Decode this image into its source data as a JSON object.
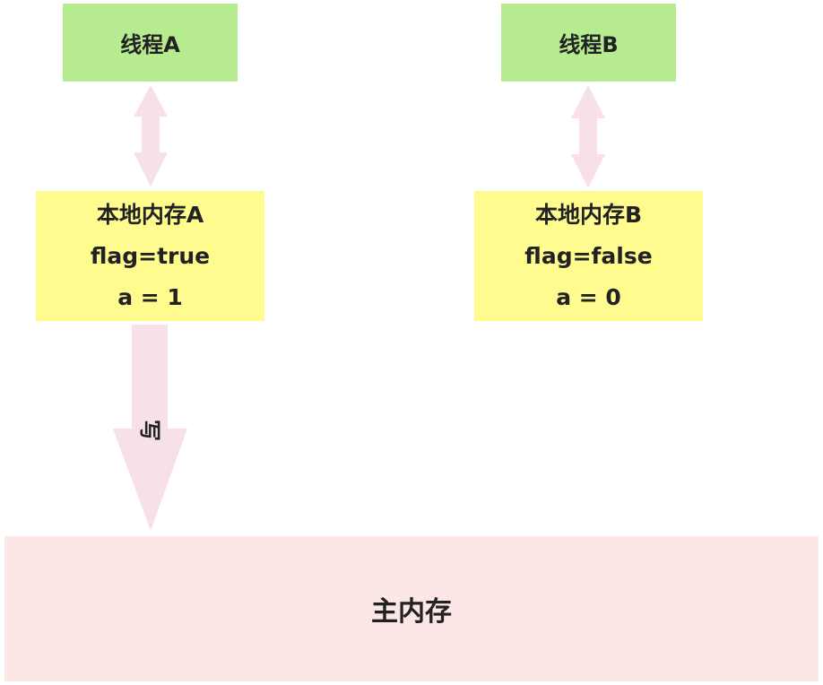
{
  "thread_a": {
    "label": "线程A"
  },
  "thread_b": {
    "label": "线程B"
  },
  "local_memory_a": {
    "title": "本地内存A",
    "flag": "flag=true",
    "a": "a = 1"
  },
  "local_memory_b": {
    "title": "本地内存B",
    "flag": "flag=false",
    "a": "a = 0"
  },
  "write_arrow": {
    "label": "写"
  },
  "main_memory": {
    "label": "主内存"
  },
  "colors": {
    "thread_fill": "#b7eb8f",
    "local_fill": "#fffb8f",
    "main_fill": "#fde6e6",
    "arrow_fill": "#f8e0ea"
  }
}
